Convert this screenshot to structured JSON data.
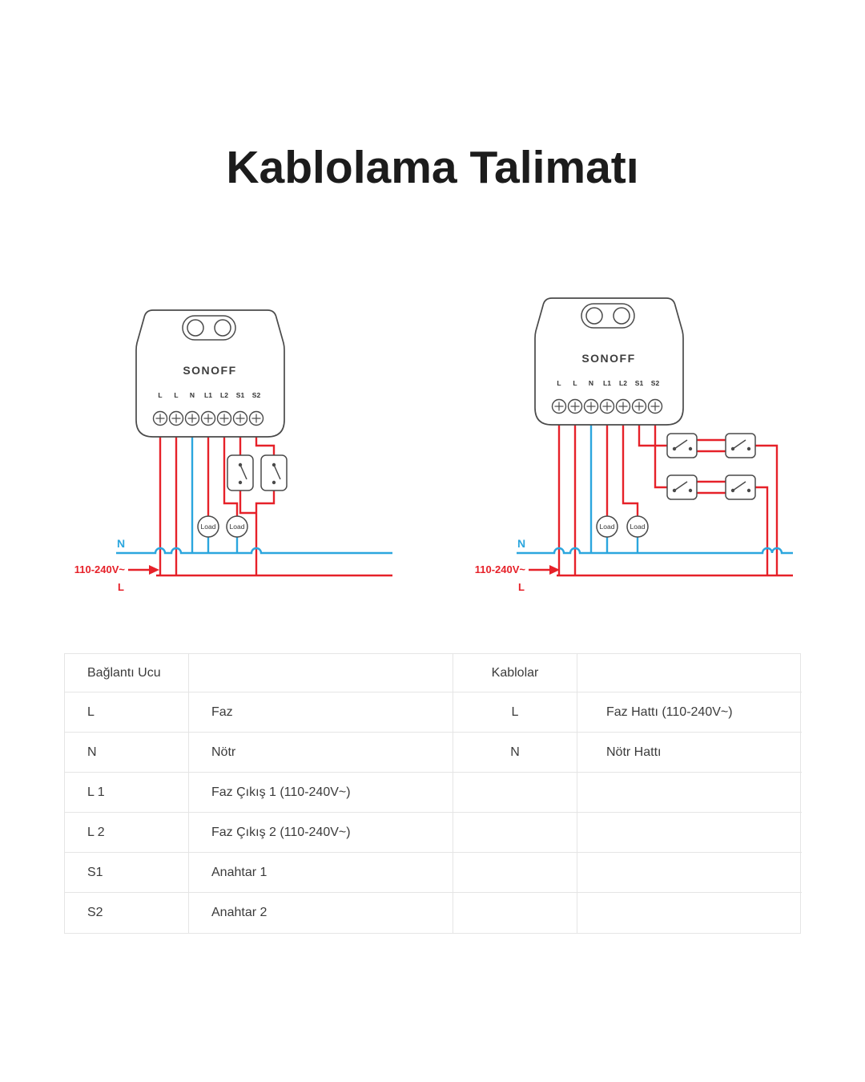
{
  "page": {
    "title": "Kablolama Talimatı"
  },
  "colors": {
    "red": "#e62129",
    "blue": "#2ba6de",
    "ink": "#4a4a4a",
    "text": "#3b3b3b",
    "border": "#e5e5e5",
    "title": "#1c1c1c"
  },
  "diagram_left": {
    "brand": "SONOFF",
    "terminals": [
      "L",
      "L",
      "N",
      "L1",
      "L2",
      "S1",
      "S2"
    ],
    "loads": [
      "Load",
      "Load"
    ],
    "neutral_label": "N",
    "live_label": "L",
    "voltage_label": "110-240V~"
  },
  "diagram_right": {
    "brand": "SONOFF",
    "terminals": [
      "L",
      "L",
      "N",
      "L1",
      "L2",
      "S1",
      "S2"
    ],
    "loads": [
      "Load",
      "Load"
    ],
    "neutral_label": "N",
    "live_label": "L",
    "voltage_label": "110-240V~"
  },
  "table": {
    "header": {
      "terminal_col": "Bağlantı Ucu",
      "wires_col": "Kablolar"
    },
    "rows": [
      {
        "terminal": "L",
        "terminal_desc": "Faz",
        "wire": "L",
        "wire_desc": "Faz Hattı (110-240V~)"
      },
      {
        "terminal": "N",
        "terminal_desc": "Nötr",
        "wire": "N",
        "wire_desc": "Nötr Hattı"
      },
      {
        "terminal": "L 1",
        "terminal_desc": "Faz Çıkış 1 (110-240V~)",
        "wire": "",
        "wire_desc": ""
      },
      {
        "terminal": "L 2",
        "terminal_desc": "Faz Çıkış 2 (110-240V~)",
        "wire": "",
        "wire_desc": ""
      },
      {
        "terminal": "S1",
        "terminal_desc": "Anahtar 1",
        "wire": "",
        "wire_desc": ""
      },
      {
        "terminal": "S2",
        "terminal_desc": "Anahtar 2",
        "wire": "",
        "wire_desc": ""
      }
    ]
  }
}
